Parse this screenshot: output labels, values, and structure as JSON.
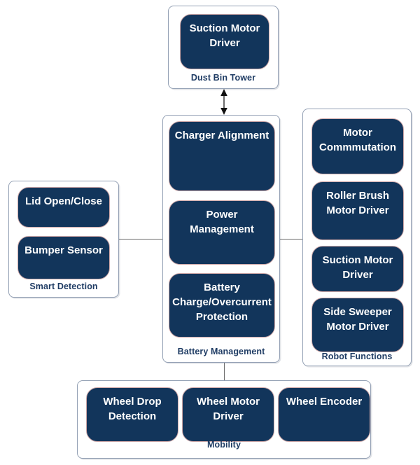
{
  "colors": {
    "background": "#ffffff",
    "node_fill": "#12355b",
    "node_border": "#cfa9a9",
    "node_text": "#ffffff",
    "group_border": "#93a0b4",
    "group_label_text": "#1f3c64",
    "connector_line": "#6b6b6b",
    "arrow": "#111111"
  },
  "groups": [
    {
      "label": "Dust Bin Tower",
      "nodes": [
        "Suction Motor Driver"
      ]
    },
    {
      "label": "Battery Management",
      "nodes": [
        "Charger Alignment",
        "Power Management",
        "Battery Charge/Overcurrent Protection"
      ]
    },
    {
      "label": "Smart Detection",
      "nodes": [
        "Lid Open/Close",
        "Bumper Sensor"
      ]
    },
    {
      "label": "Robot Functions",
      "nodes": [
        "Motor Commmutation",
        "Roller Brush Motor Driver",
        "Suction Motor Driver",
        "Side Sweeper Motor Driver"
      ]
    },
    {
      "label": "Mobility",
      "nodes": [
        "Wheel Drop Detection",
        "Wheel Motor Driver",
        "Wheel Encoder"
      ]
    }
  ],
  "connections": [
    {
      "from": "Dust Bin Tower",
      "to": "Battery Management",
      "type": "double-arrow"
    },
    {
      "from": "Smart Detection",
      "to": "Battery Management",
      "type": "line"
    },
    {
      "from": "Battery Management",
      "to": "Robot Functions",
      "type": "line"
    },
    {
      "from": "Battery Management",
      "to": "Mobility",
      "type": "line"
    }
  ]
}
